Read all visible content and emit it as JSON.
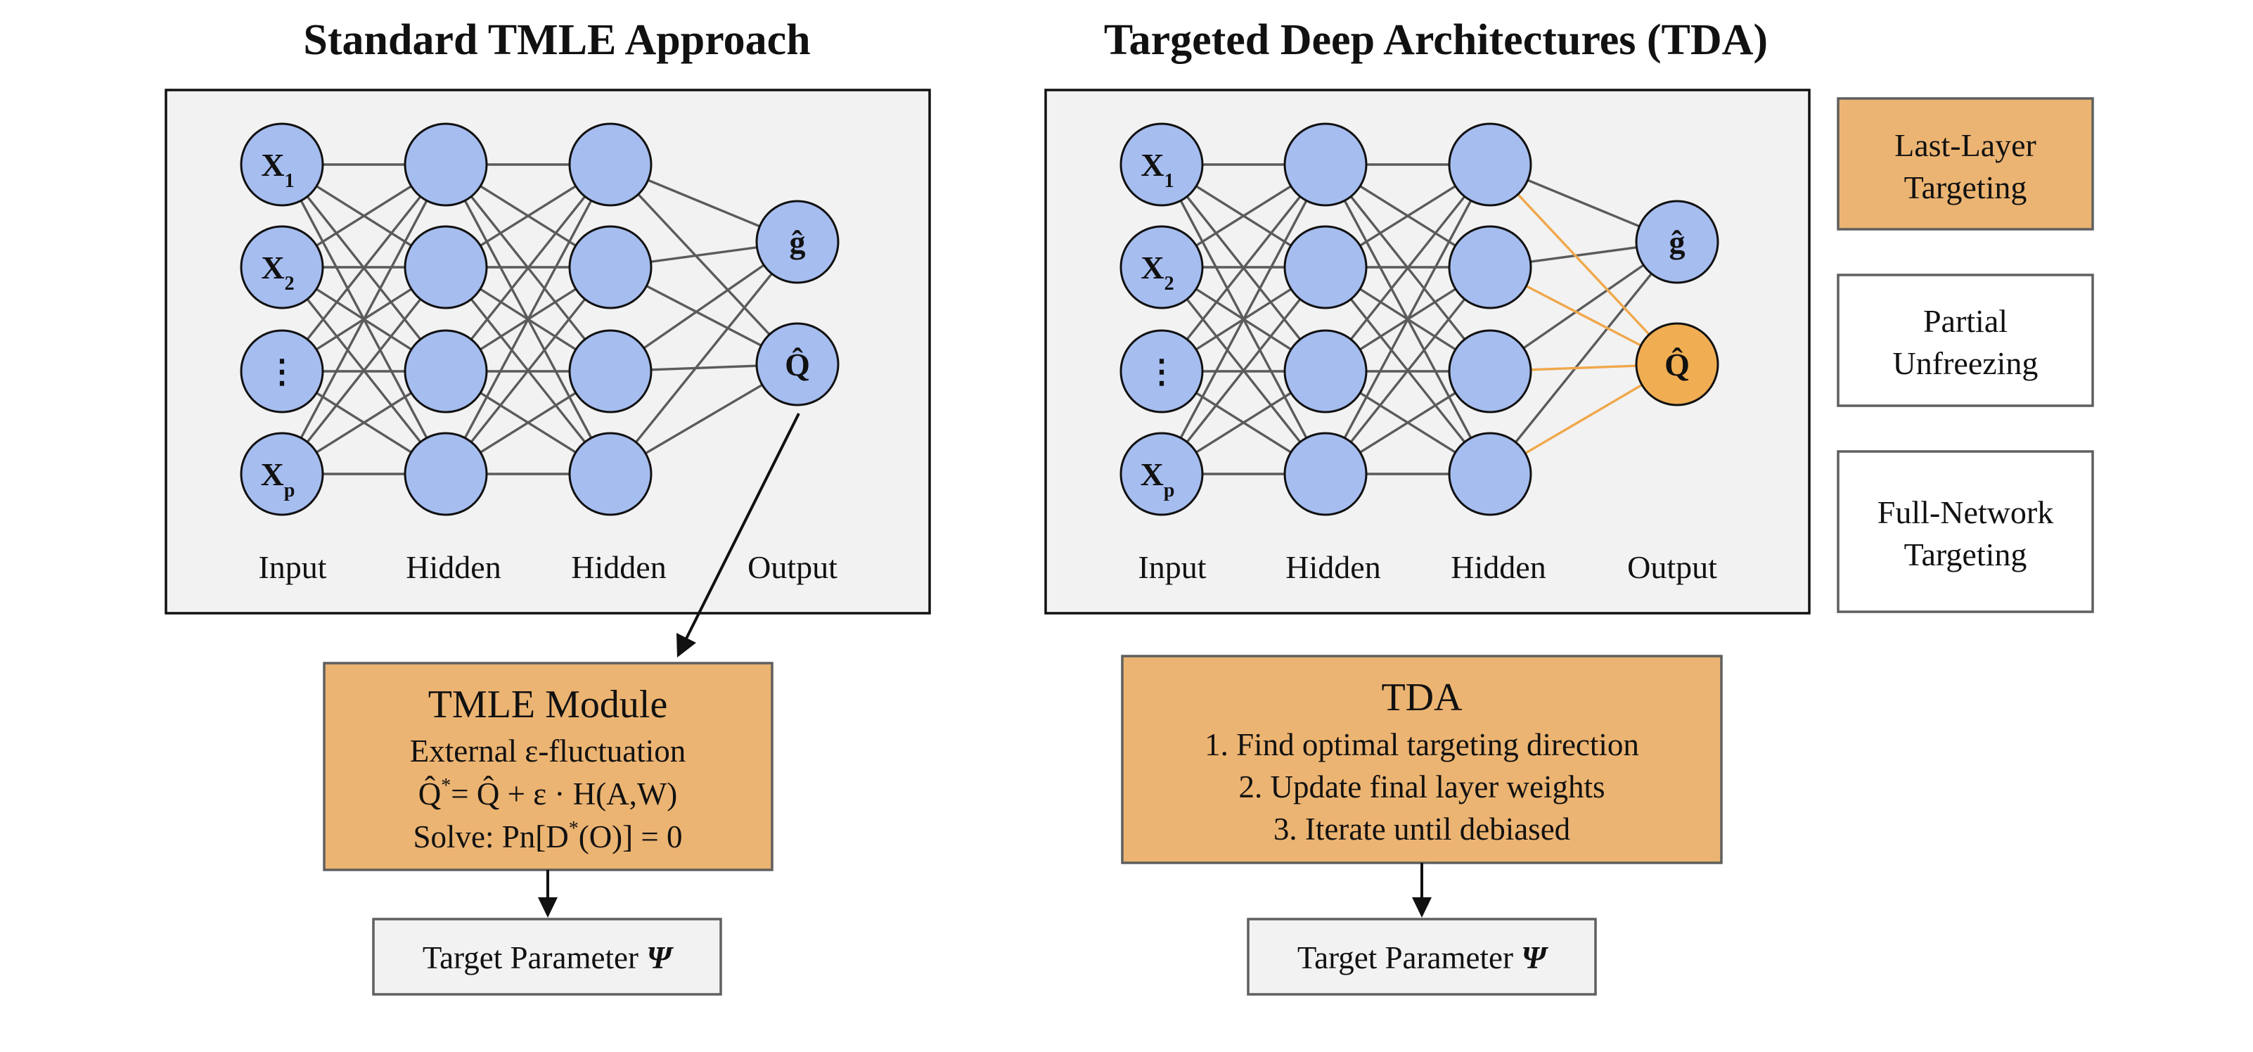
{
  "colors": {
    "node_fill": "#a6bdf0",
    "highlight_fill": "#f0ad52",
    "module_fill": "#ecb472",
    "panel_fill": "#f2f2f2",
    "edge_gray": "#5b5b5b",
    "edge_orange": "#f0a84b"
  },
  "left": {
    "title": "Standard TMLE Approach",
    "network": {
      "layer_labels": [
        "Input",
        "Hidden",
        "Hidden",
        "Output"
      ],
      "inputs": [
        {
          "main": "X",
          "sub": "1"
        },
        {
          "main": "X",
          "sub": "2"
        },
        {
          "main": "⋮",
          "sub": ""
        },
        {
          "main": "X",
          "sub": "p"
        }
      ],
      "outputs": [
        "ĝ",
        "Q̂"
      ],
      "highlight_output": null
    },
    "module": {
      "title": "TMLE Module",
      "line1": "External ε-fluctuation",
      "line2_a": "Q̂",
      "line2_sup": "*",
      "line2_b": "= Q̂ + ε · H(A,W)",
      "line3_a": "Solve: Pn[D",
      "line3_sup": "*",
      "line3_b": "(O)] = 0"
    },
    "target": {
      "label": "Target Parameter ",
      "symbol": "Ψ"
    }
  },
  "right": {
    "title": "Targeted Deep Architectures (TDA)",
    "network": {
      "layer_labels": [
        "Input",
        "Hidden",
        "Hidden",
        "Output"
      ],
      "inputs": [
        {
          "main": "X",
          "sub": "1"
        },
        {
          "main": "X",
          "sub": "2"
        },
        {
          "main": "⋮",
          "sub": ""
        },
        {
          "main": "X",
          "sub": "p"
        }
      ],
      "outputs": [
        "ĝ",
        "Q̂"
      ],
      "highlight_output": 1
    },
    "module": {
      "title": "TDA",
      "steps": [
        "1. Find optimal targeting direction",
        "2. Update final layer weights",
        "3. Iterate until debiased"
      ]
    },
    "target": {
      "label": "Target Parameter ",
      "symbol": "Ψ"
    },
    "options": [
      {
        "lines": [
          "Last-Layer",
          "Targeting"
        ],
        "highlighted": true
      },
      {
        "lines": [
          "Partial",
          "Unfreezing"
        ],
        "highlighted": false
      },
      {
        "lines": [
          "Full-Network",
          "Targeting"
        ],
        "highlighted": false
      }
    ]
  }
}
